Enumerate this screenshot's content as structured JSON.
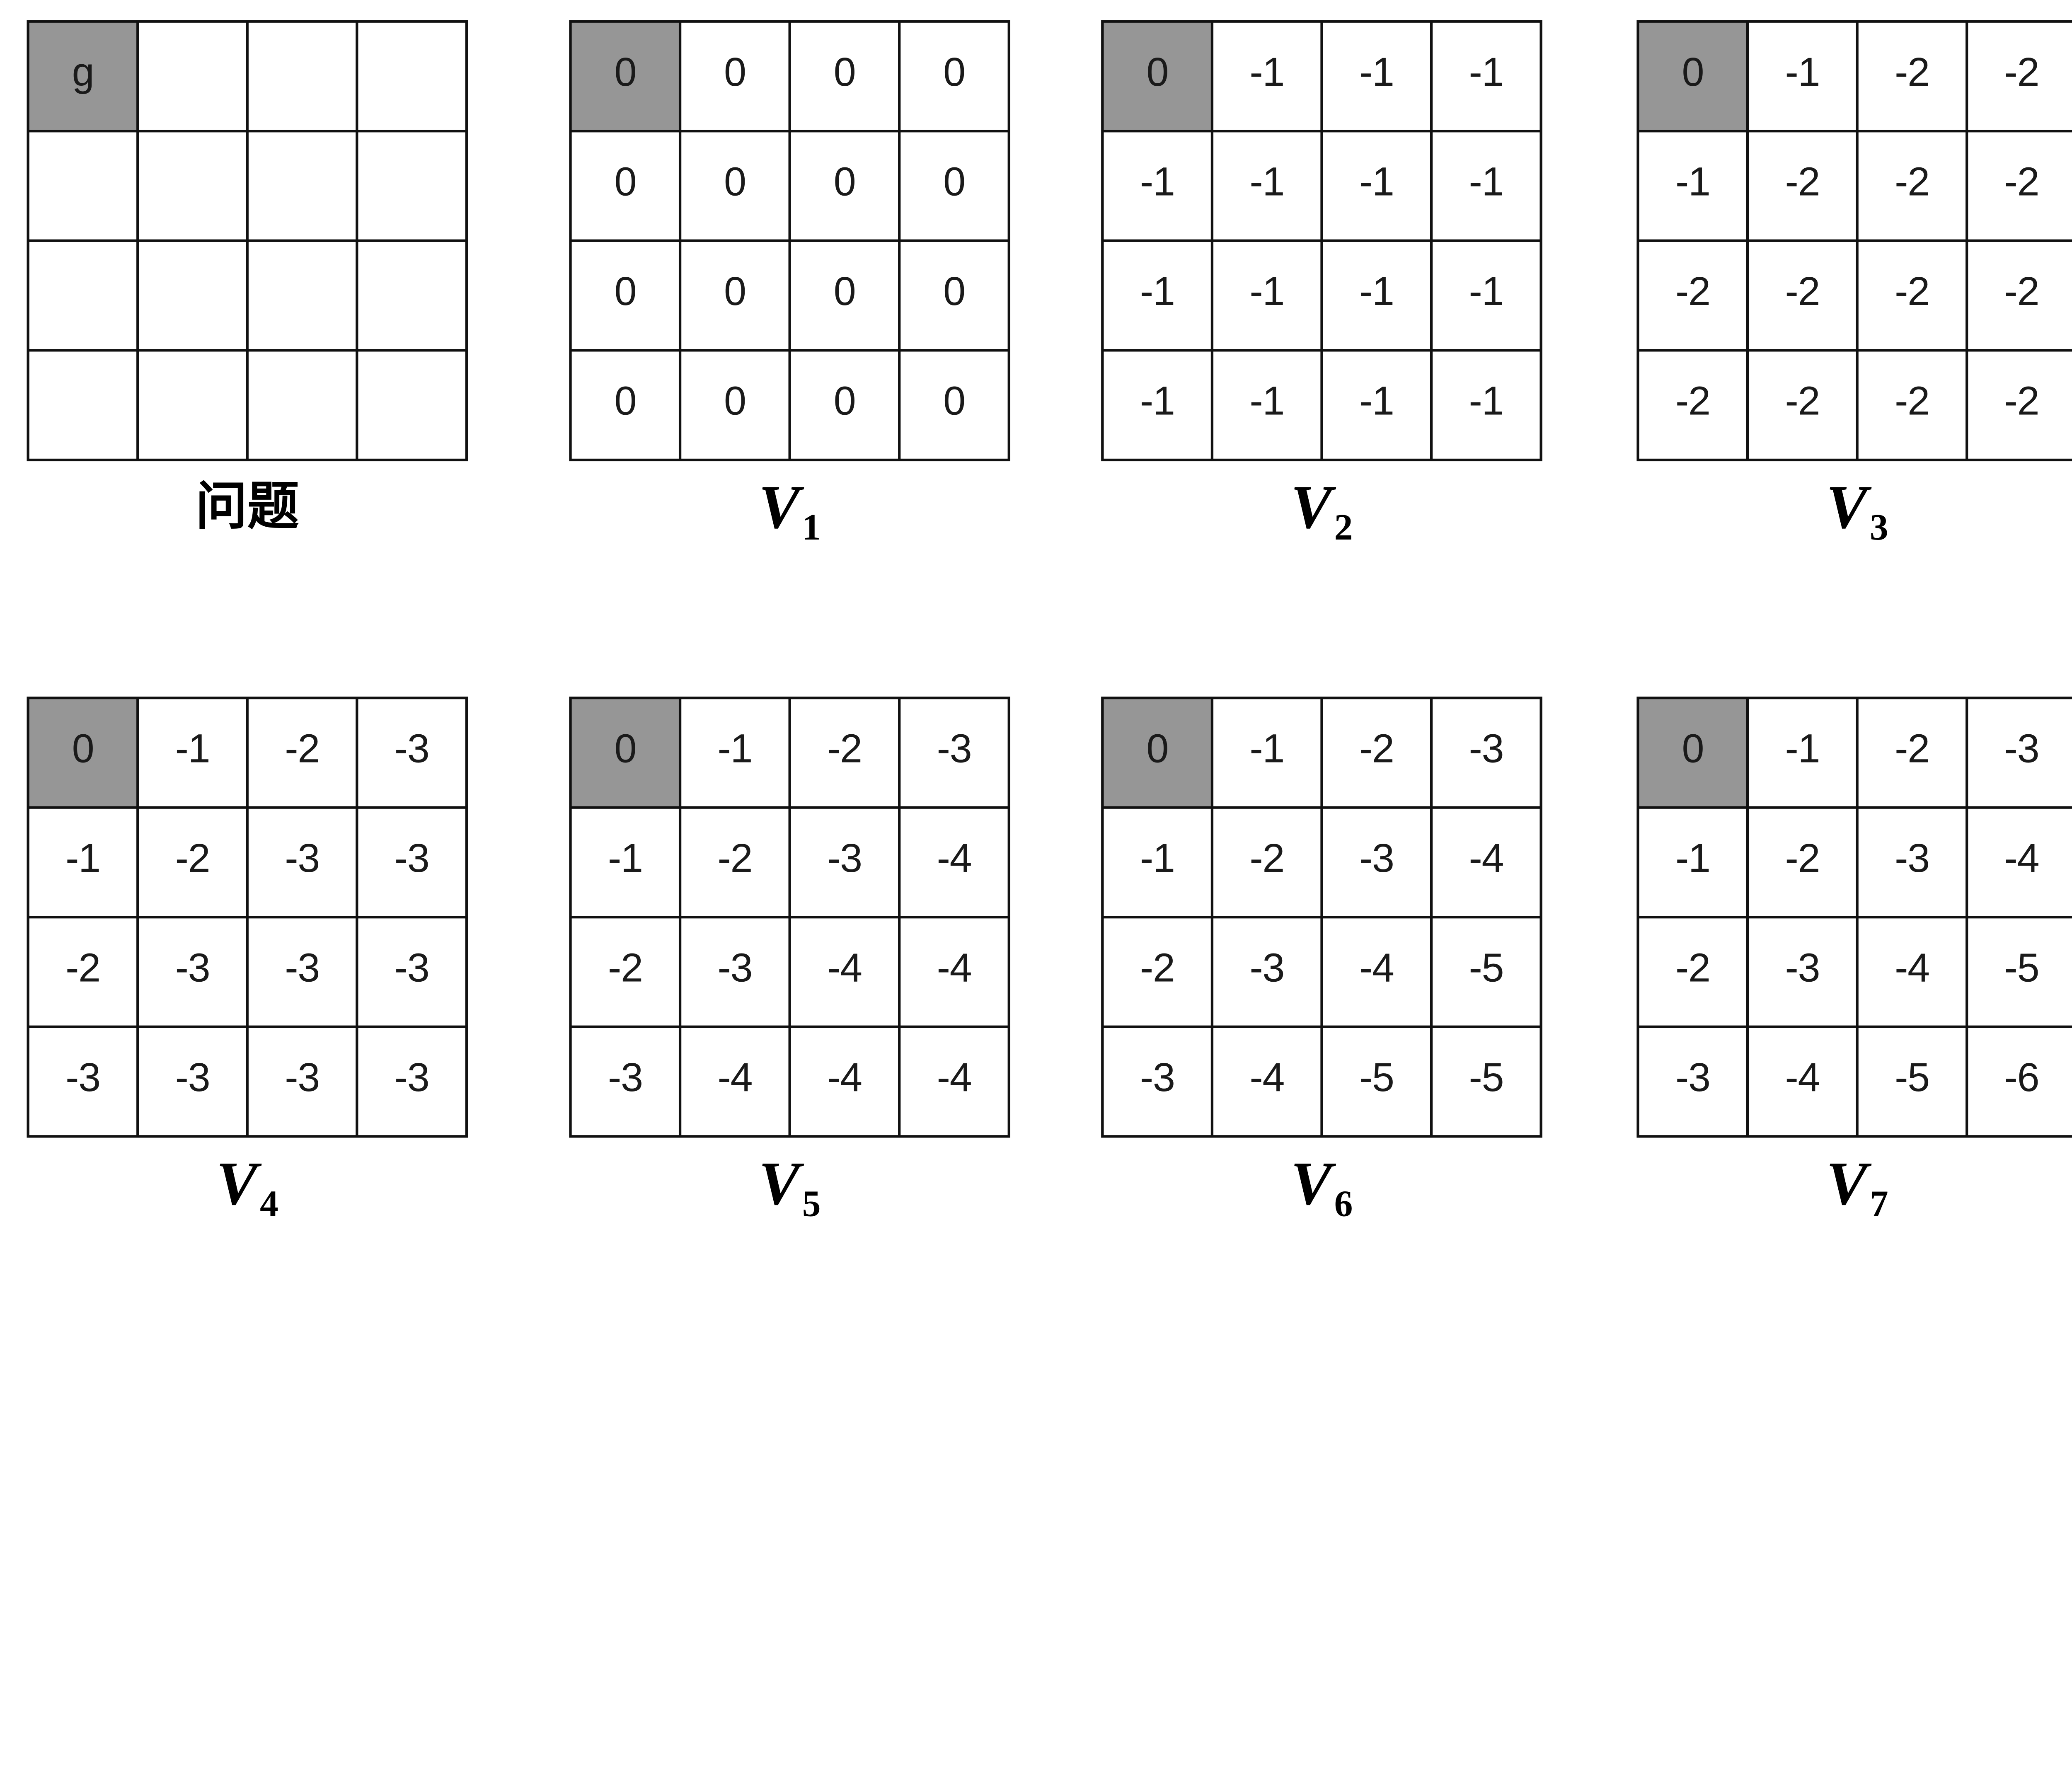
{
  "figure": {
    "description": "Gridworld value-iteration diagram: problem grid with goal cell g, followed by value functions V1 through V7",
    "colors": {
      "goal_cell_fill": "#969696",
      "grid_line": "#111111",
      "cell_text": "#1a1a1a",
      "background": "#ffffff"
    },
    "goal_cell": {
      "row": 0,
      "col": 0
    },
    "panels": [
      {
        "id": "problem",
        "label": "问题",
        "label_type": "cjk",
        "cells": [
          [
            "g",
            "",
            "",
            ""
          ],
          [
            "",
            "",
            "",
            ""
          ],
          [
            "",
            "",
            "",
            ""
          ],
          [
            "",
            "",
            "",
            ""
          ]
        ]
      },
      {
        "id": "v1",
        "label_base": "V",
        "label_sub": "1",
        "label_type": "math",
        "cells": [
          [
            "0",
            "0",
            "0",
            "0"
          ],
          [
            "0",
            "0",
            "0",
            "0"
          ],
          [
            "0",
            "0",
            "0",
            "0"
          ],
          [
            "0",
            "0",
            "0",
            "0"
          ]
        ]
      },
      {
        "id": "v2",
        "label_base": "V",
        "label_sub": "2",
        "label_type": "math",
        "cells": [
          [
            "0",
            "-1",
            "-1",
            "-1"
          ],
          [
            "-1",
            "-1",
            "-1",
            "-1"
          ],
          [
            "-1",
            "-1",
            "-1",
            "-1"
          ],
          [
            "-1",
            "-1",
            "-1",
            "-1"
          ]
        ]
      },
      {
        "id": "v3",
        "label_base": "V",
        "label_sub": "3",
        "label_type": "math",
        "cells": [
          [
            "0",
            "-1",
            "-2",
            "-2"
          ],
          [
            "-1",
            "-2",
            "-2",
            "-2"
          ],
          [
            "-2",
            "-2",
            "-2",
            "-2"
          ],
          [
            "-2",
            "-2",
            "-2",
            "-2"
          ]
        ]
      },
      {
        "id": "v4",
        "label_base": "V",
        "label_sub": "4",
        "label_type": "math",
        "cells": [
          [
            "0",
            "-1",
            "-2",
            "-3"
          ],
          [
            "-1",
            "-2",
            "-3",
            "-3"
          ],
          [
            "-2",
            "-3",
            "-3",
            "-3"
          ],
          [
            "-3",
            "-3",
            "-3",
            "-3"
          ]
        ]
      },
      {
        "id": "v5",
        "label_base": "V",
        "label_sub": "5",
        "label_type": "math",
        "cells": [
          [
            "0",
            "-1",
            "-2",
            "-3"
          ],
          [
            "-1",
            "-2",
            "-3",
            "-4"
          ],
          [
            "-2",
            "-3",
            "-4",
            "-4"
          ],
          [
            "-3",
            "-4",
            "-4",
            "-4"
          ]
        ]
      },
      {
        "id": "v6",
        "label_base": "V",
        "label_sub": "6",
        "label_type": "math",
        "cells": [
          [
            "0",
            "-1",
            "-2",
            "-3"
          ],
          [
            "-1",
            "-2",
            "-3",
            "-4"
          ],
          [
            "-2",
            "-3",
            "-4",
            "-5"
          ],
          [
            "-3",
            "-4",
            "-5",
            "-5"
          ]
        ]
      },
      {
        "id": "v7",
        "label_base": "V",
        "label_sub": "7",
        "label_type": "math",
        "cells": [
          [
            "0",
            "-1",
            "-2",
            "-3"
          ],
          [
            "-1",
            "-2",
            "-3",
            "-4"
          ],
          [
            "-2",
            "-3",
            "-4",
            "-5"
          ],
          [
            "-3",
            "-4",
            "-5",
            "-6"
          ]
        ]
      }
    ]
  }
}
